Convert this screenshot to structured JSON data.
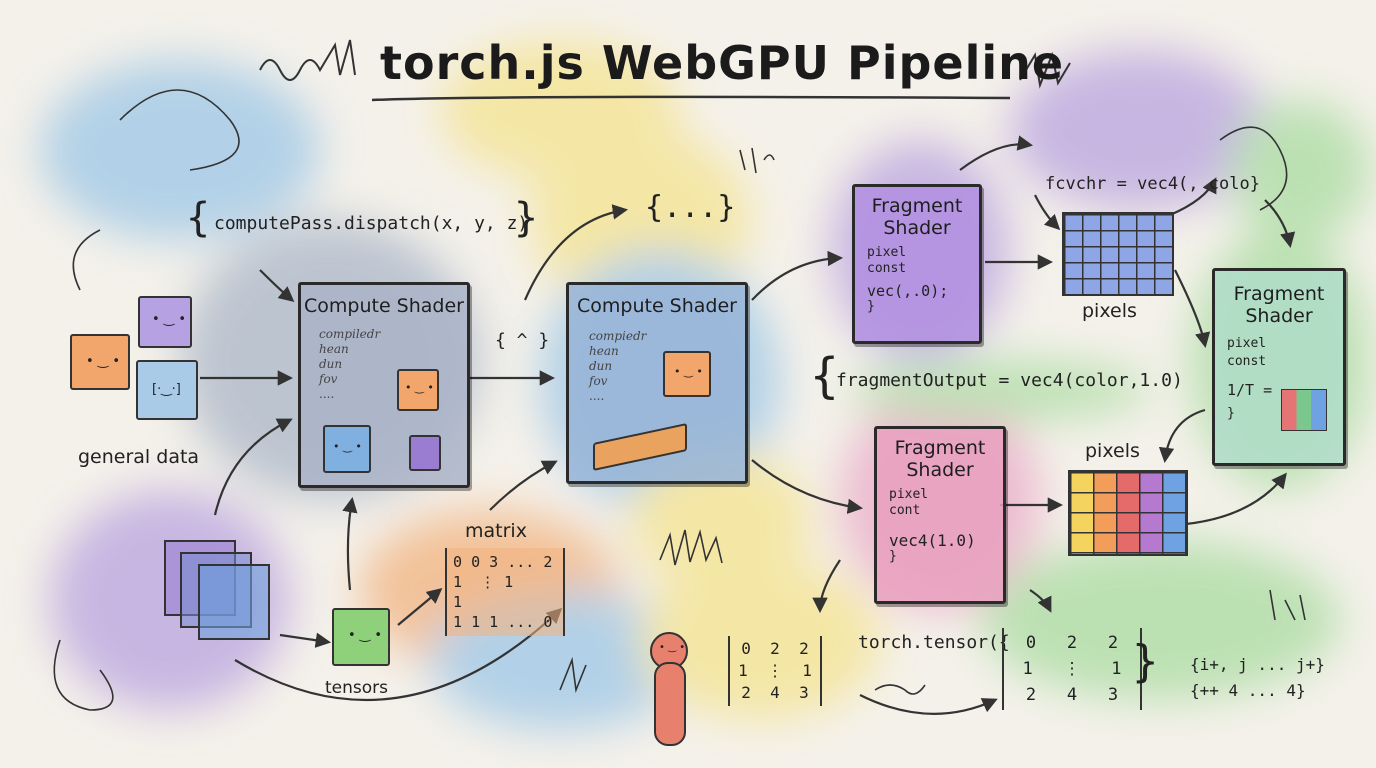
{
  "title": "torch.js WebGPU Pipeline",
  "code_dispatch": "computePass.dispatch(x, y, z)",
  "code_ellipsis": "...",
  "code_top_right": "fcvchr = vec4(, colo}",
  "code_fragment_output": "fragmentOutput = vec4(color,1.0)",
  "code_torch_tensor": "torch.tensor({",
  "code_small_braces": "{ ^ }",
  "labels": {
    "general_data": "general data",
    "tensors": "tensors",
    "matrix": "matrix",
    "pixels_top": "pixels",
    "pixels_mid": "pixels"
  },
  "compute_shader_1": {
    "title": "Compute Shader",
    "lines": [
      "compiledr",
      "hean",
      "dun",
      "fov",
      "...."
    ]
  },
  "compute_shader_2": {
    "title": "Compute Shader",
    "lines": [
      "compiedr",
      "hean",
      "dun",
      "fov",
      "...."
    ]
  },
  "fragment_shader_top": {
    "title_line1": "Fragment",
    "title_line2": "Shader",
    "lines": [
      "pixel",
      "const",
      "vec(,.0);",
      "}"
    ]
  },
  "fragment_shader_mid": {
    "title_line1": "Fragment",
    "title_line2": "Shader",
    "lines": [
      "pixel",
      "cont",
      "vec4(1.0)",
      "}"
    ]
  },
  "fragment_shader_right": {
    "title_line1": "Fragment",
    "title_line2": "Shader",
    "lines": [
      "pixel",
      "const",
      "1/T =",
      "}"
    ]
  },
  "matrix_values": [
    [
      "0",
      "0",
      "3",
      "...",
      "2"
    ],
    [
      "1",
      "⋮",
      "1",
      "",
      "1"
    ],
    [
      "1",
      "1",
      "1",
      "...",
      "0"
    ]
  ],
  "matrix_small": [
    [
      "0",
      "2",
      "2"
    ],
    [
      "1",
      "⋮",
      "1"
    ],
    [
      "2",
      "4",
      "3"
    ]
  ],
  "tensor_matrix": [
    [
      "0",
      "2",
      "2"
    ],
    [
      "1",
      "⋮",
      "1"
    ],
    [
      "2",
      "4",
      "3"
    ]
  ],
  "tail_code_line1": "{i+, j ... j+}",
  "tail_code_line2": "{++ 4 ... 4}",
  "colors": {
    "blue_wash": "#9cc6e6",
    "purple_wash": "#b9a3df",
    "yellow_wash": "#f4e38e",
    "orange_wash": "#f2b27e",
    "green_wash": "#a9dba0",
    "pink_wash": "#e9a9c7",
    "ink": "#222222"
  }
}
